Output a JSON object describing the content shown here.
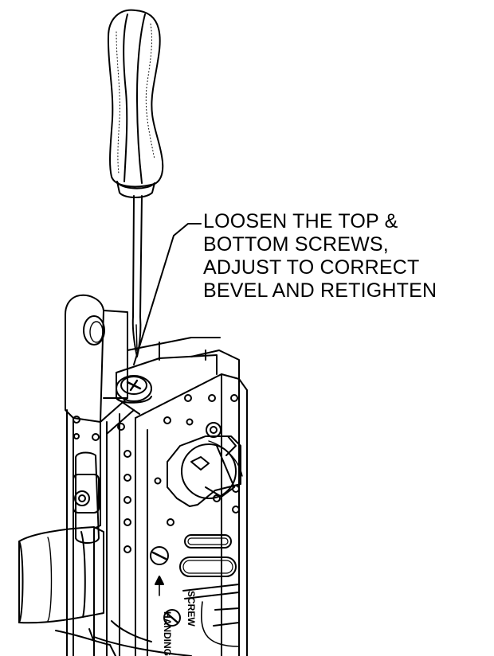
{
  "callout": {
    "lines": [
      "LOOSEN THE TOP &",
      "BOTTOM SCREWS,",
      "ADJUST TO CORRECT",
      "BEVEL AND RETIGHTEN"
    ]
  },
  "lock_body": {
    "stamp_left": "HANDING",
    "stamp_right": "SCREW"
  },
  "colors": {
    "line": "#000000",
    "background": "#ffffff"
  }
}
